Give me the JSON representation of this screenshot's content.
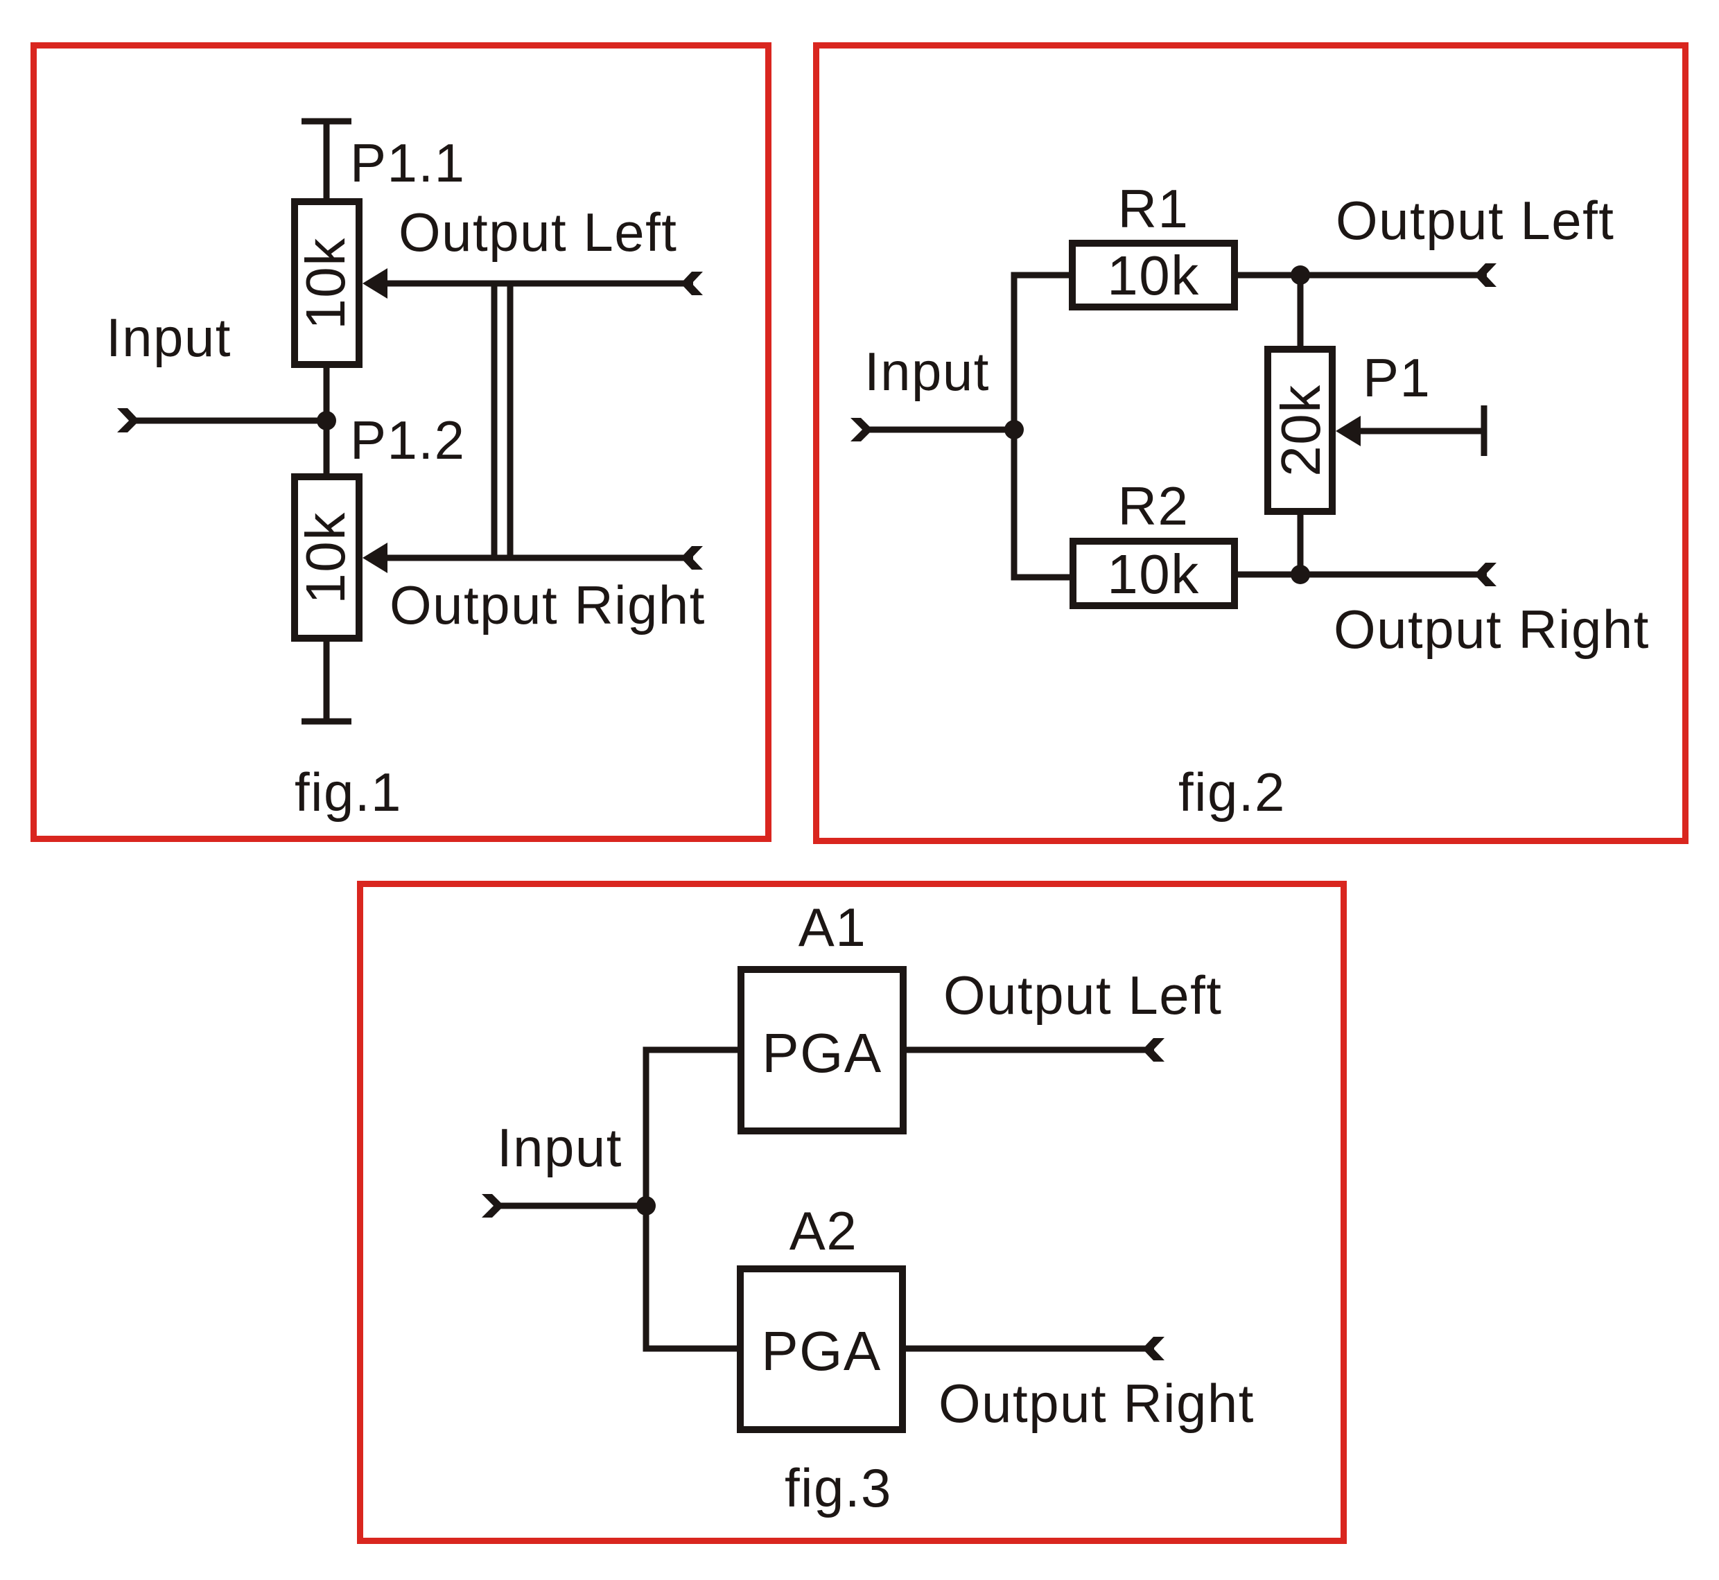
{
  "colors": {
    "frame": "#d9261f",
    "ink": "#1c1614",
    "background": "#ffffff"
  },
  "fig1": {
    "caption": "fig.1",
    "input_label": "Input",
    "output_left_label": "Output Left",
    "output_right_label": "Output Right",
    "pot_upper": {
      "name": "P1.1",
      "value": "10k"
    },
    "pot_lower": {
      "name": "P1.2",
      "value": "10k"
    },
    "gang_link": "mechanical-gang (double line)"
  },
  "fig2": {
    "caption": "fig.2",
    "input_label": "Input",
    "output_left_label": "Output Left",
    "output_right_label": "Output Right",
    "r1": {
      "name": "R1",
      "value": "10k"
    },
    "r2": {
      "name": "R2",
      "value": "10k"
    },
    "pot": {
      "name": "P1",
      "value": "20k"
    }
  },
  "fig3": {
    "caption": "fig.3",
    "input_label": "Input",
    "output_left_label": "Output Left",
    "output_right_label": "Output Right",
    "amp1": {
      "name": "A1",
      "type": "PGA"
    },
    "amp2": {
      "name": "A2",
      "type": "PGA"
    }
  }
}
